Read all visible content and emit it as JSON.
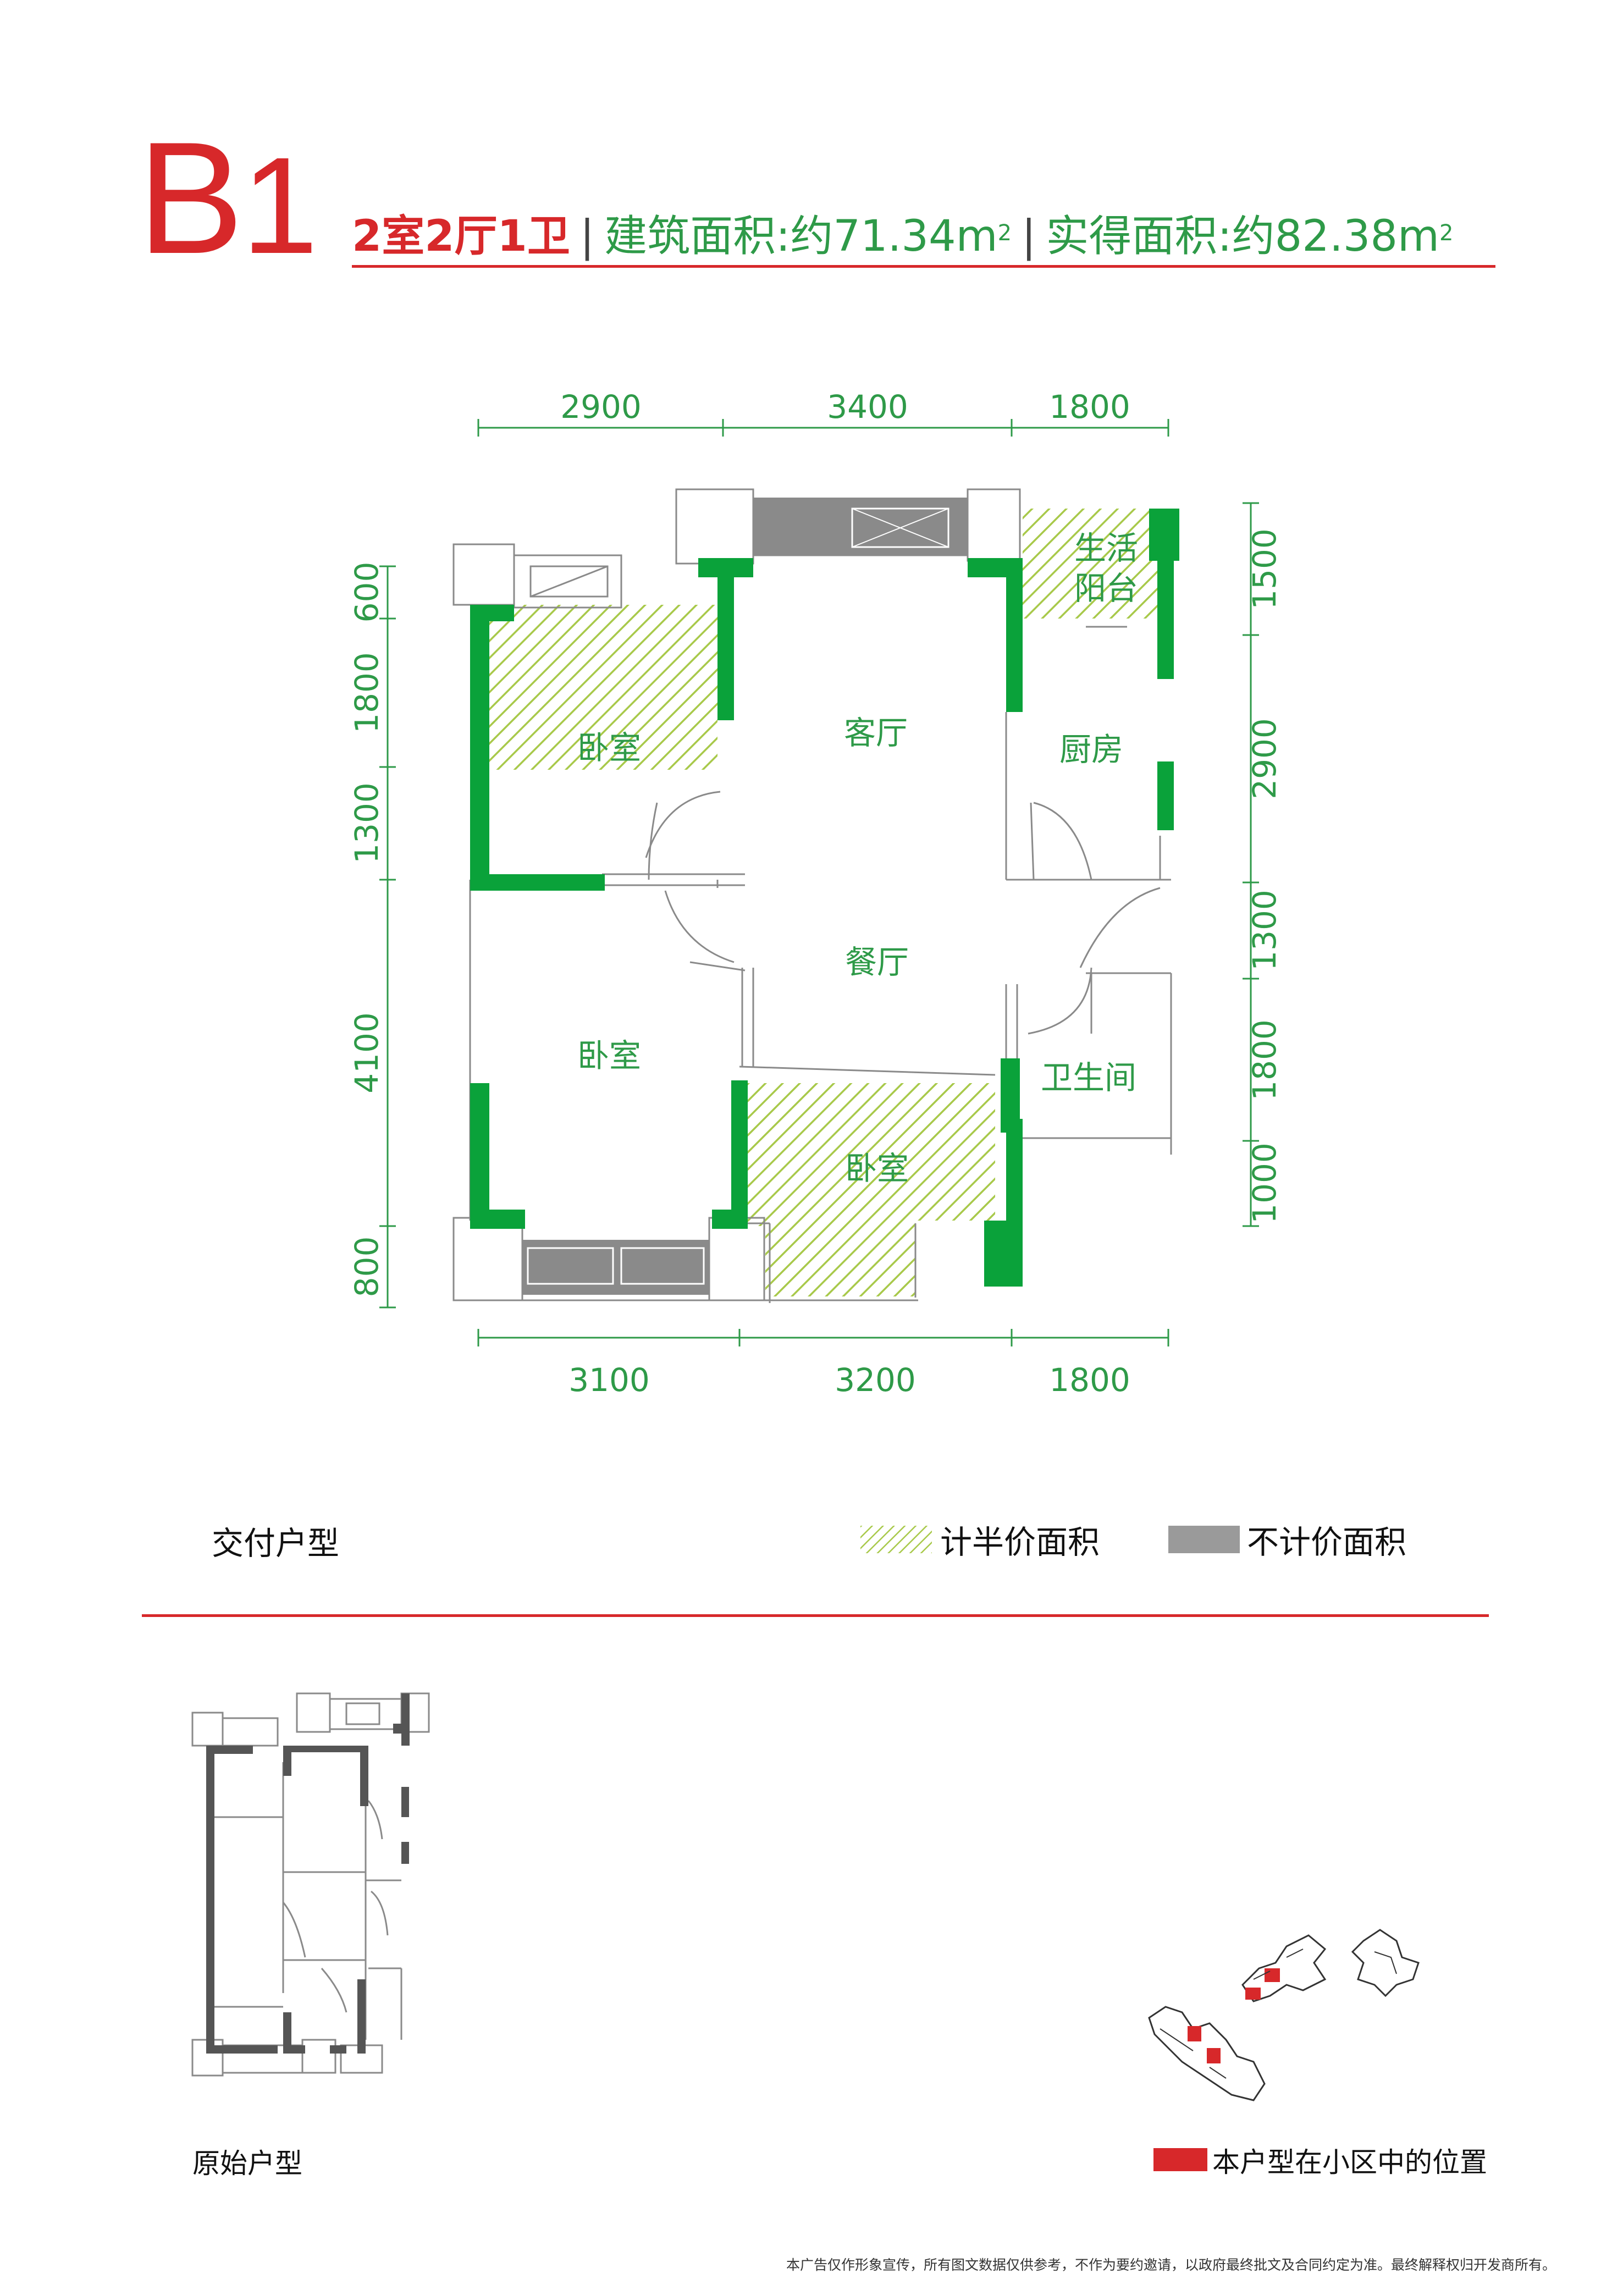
{
  "header": {
    "unit_code": "B",
    "unit_code_suffix": "1",
    "layout": "2室2厅1卫",
    "separator": "|",
    "building_area_label": "建筑面积:约71.34m",
    "building_area_sup": "2",
    "actual_area_label": "实得面积:约82.38m",
    "actual_area_sup": "2"
  },
  "floorplan": {
    "dims_top": [
      "2900",
      "3400",
      "1800"
    ],
    "dims_bottom": [
      "3100",
      "3200",
      "1800"
    ],
    "dims_left": [
      "600",
      "1800",
      "1300",
      "4100",
      "800"
    ],
    "dims_right": [
      "1500",
      "2900",
      "1300",
      "1800",
      "1000"
    ],
    "rooms": {
      "bedroom_top": "卧室",
      "living_room": "客厅",
      "balcony_line1": "生活",
      "balcony_line2": "阳台",
      "kitchen": "厨房",
      "dining_room": "餐厅",
      "bedroom_left": "卧室",
      "bathroom": "卫生间",
      "bedroom_bottom": "卧室"
    },
    "colors": {
      "wall": "#0aa23a",
      "thin_wall": "#7a7a7a",
      "half_area": "#a8c94a",
      "excluded": "#9a9a9a"
    }
  },
  "labels": {
    "delivered_plan": "交付户型",
    "original_plan": "原始户型"
  },
  "legend": {
    "half_price_area": "计半价面积",
    "excluded_area": "不计价面积",
    "position": "本户型在小区中的位置"
  },
  "disclaimer": "本广告仅作形象宣传，所有图文数据仅供参考，不作为要约邀请，以政府最终批文及合同约定为准。最终解释权归开发商所有。"
}
